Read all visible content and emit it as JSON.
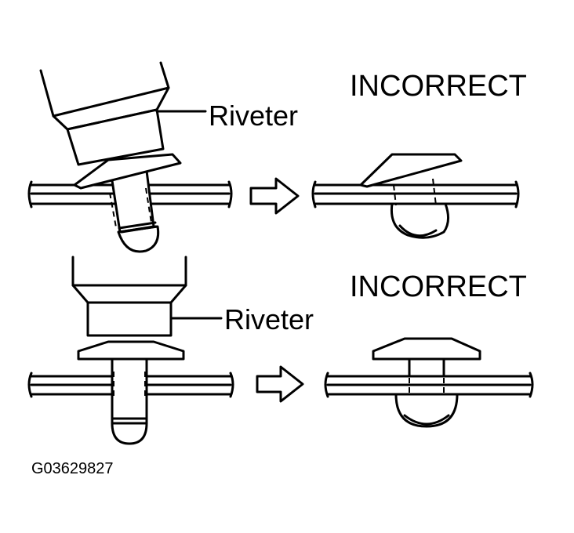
{
  "top": {
    "status_label": "INCORRECT",
    "tool_label": "Riveter"
  },
  "bottom": {
    "status_label": "INCORRECT",
    "tool_label": "Riveter"
  },
  "figure_code": "G03629827"
}
